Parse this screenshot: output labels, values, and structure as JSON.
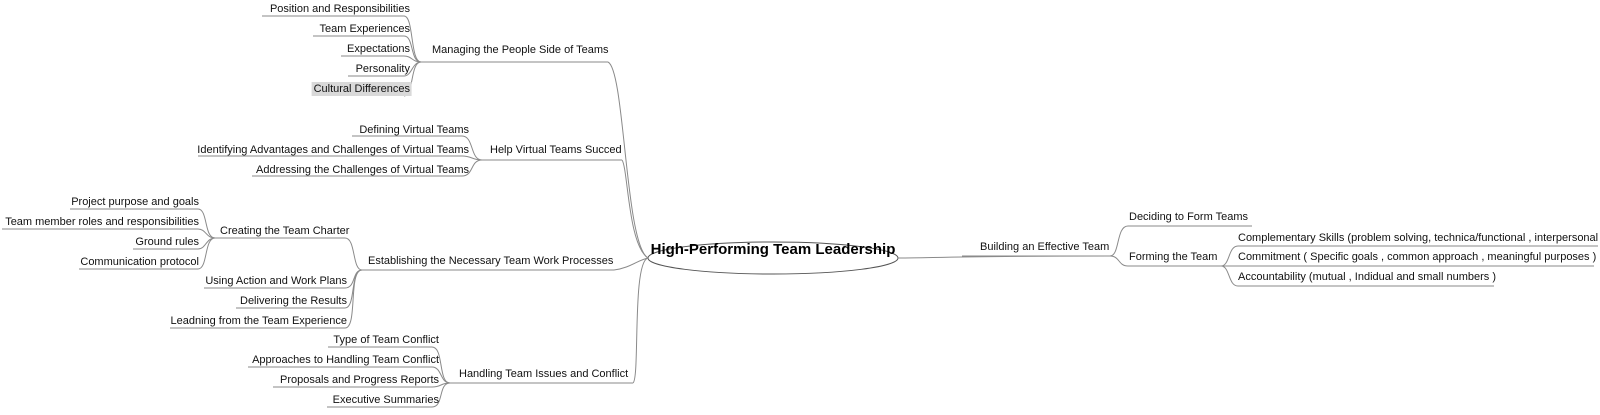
{
  "center": "High-Performing Team Leadership",
  "left": {
    "managing_people": {
      "label": "Managing the People Side of Teams",
      "items": [
        "Position and Responsibilities",
        "Team Experiences",
        "Expectations",
        "Personality",
        "Cultural Differences"
      ]
    },
    "virtual_teams": {
      "label": "Help Virtual Teams Succed",
      "items": [
        "Defining Virtual Teams",
        "Identifying Advantages and Challenges of Virtual Teams",
        "Addressing the Challenges of Virtual Teams"
      ]
    },
    "processes": {
      "label": "Establishing the Necessary Team Work Processes",
      "charter": {
        "label": "Creating the Team Charter",
        "items": [
          "Project purpose and goals",
          "Team member roles and responsibilities",
          "Ground rules",
          "Communication protocol"
        ]
      },
      "items": [
        "Using Action and Work Plans",
        "Delivering the Results",
        "Leadning from the Team Experience"
      ]
    },
    "conflict": {
      "label": "Handling Team Issues and Conflict",
      "items": [
        "Type of Team Conflict",
        "Approaches to Handling Team Conflict",
        "Proposals and Progress Reports",
        "Executive Summaries"
      ]
    }
  },
  "right": {
    "building": {
      "label": "Building an Effective Team",
      "deciding": "Deciding to Form Teams",
      "forming": {
        "label": "Forming the Team",
        "items": [
          "Complementary Skills (problem solving, technica/functional , interpersonal )",
          "Commitment ( Specific goals , common approach , meaningful purposes )",
          "Accountability (mutual , Indidual and small numbers )"
        ]
      }
    }
  }
}
